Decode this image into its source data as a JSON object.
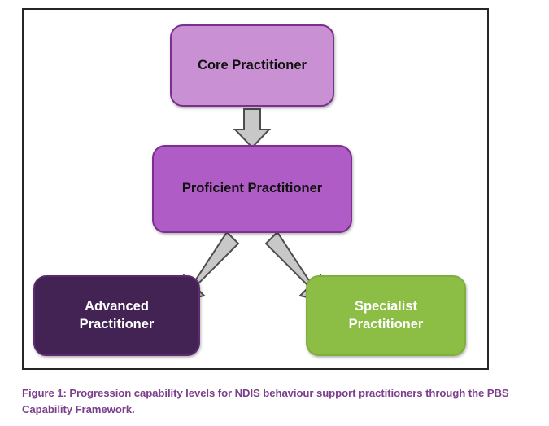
{
  "figure": {
    "caption": "Figure 1: Progression capability levels for NDIS behaviour support practitioners through the PBS Capability Framework.",
    "caption_color": "#7B3F8C",
    "frame_border_color": "#262626",
    "background_color": "#FFFFFF"
  },
  "diagram": {
    "type": "flow-hierarchy",
    "title": "Progression capability levels for NDIS behaviour support practitioners",
    "nodes": [
      {
        "id": "core",
        "label": "Core Practitioner",
        "level": 1,
        "fill": "#C991D3",
        "border": "#7B2F8E",
        "text_color": "#111111"
      },
      {
        "id": "proficient",
        "label": "Proficient Practitioner",
        "level": 2,
        "fill": "#B05CC6",
        "border": "#7B2F8E",
        "text_color": "#111111"
      },
      {
        "id": "advanced",
        "label": "Advanced\nPractitioner",
        "level": 3,
        "fill": "#432254",
        "border": "#5C2A6E",
        "text_color": "#FFFFFF"
      },
      {
        "id": "specialist",
        "label": "Specialist\nPractitioner",
        "level": 3,
        "fill": "#8CBE46",
        "border": "#7FAE3E",
        "text_color": "#FFFFFF"
      }
    ],
    "edges": [
      {
        "id": "core-to-proficient",
        "from": "core",
        "to": "proficient",
        "direction": "down",
        "style": "block-arrow",
        "fill": "#C8C8C8",
        "border": "#4D4D4D"
      },
      {
        "id": "proficient-to-advanced",
        "from": "proficient",
        "to": "advanced",
        "direction": "down-left",
        "style": "block-arrow",
        "fill": "#C8C8C8",
        "border": "#4D4D4D"
      },
      {
        "id": "proficient-to-specialist",
        "from": "proficient",
        "to": "specialist",
        "direction": "down-right",
        "style": "block-arrow",
        "fill": "#C8C8C8",
        "border": "#4D4D4D"
      }
    ]
  }
}
